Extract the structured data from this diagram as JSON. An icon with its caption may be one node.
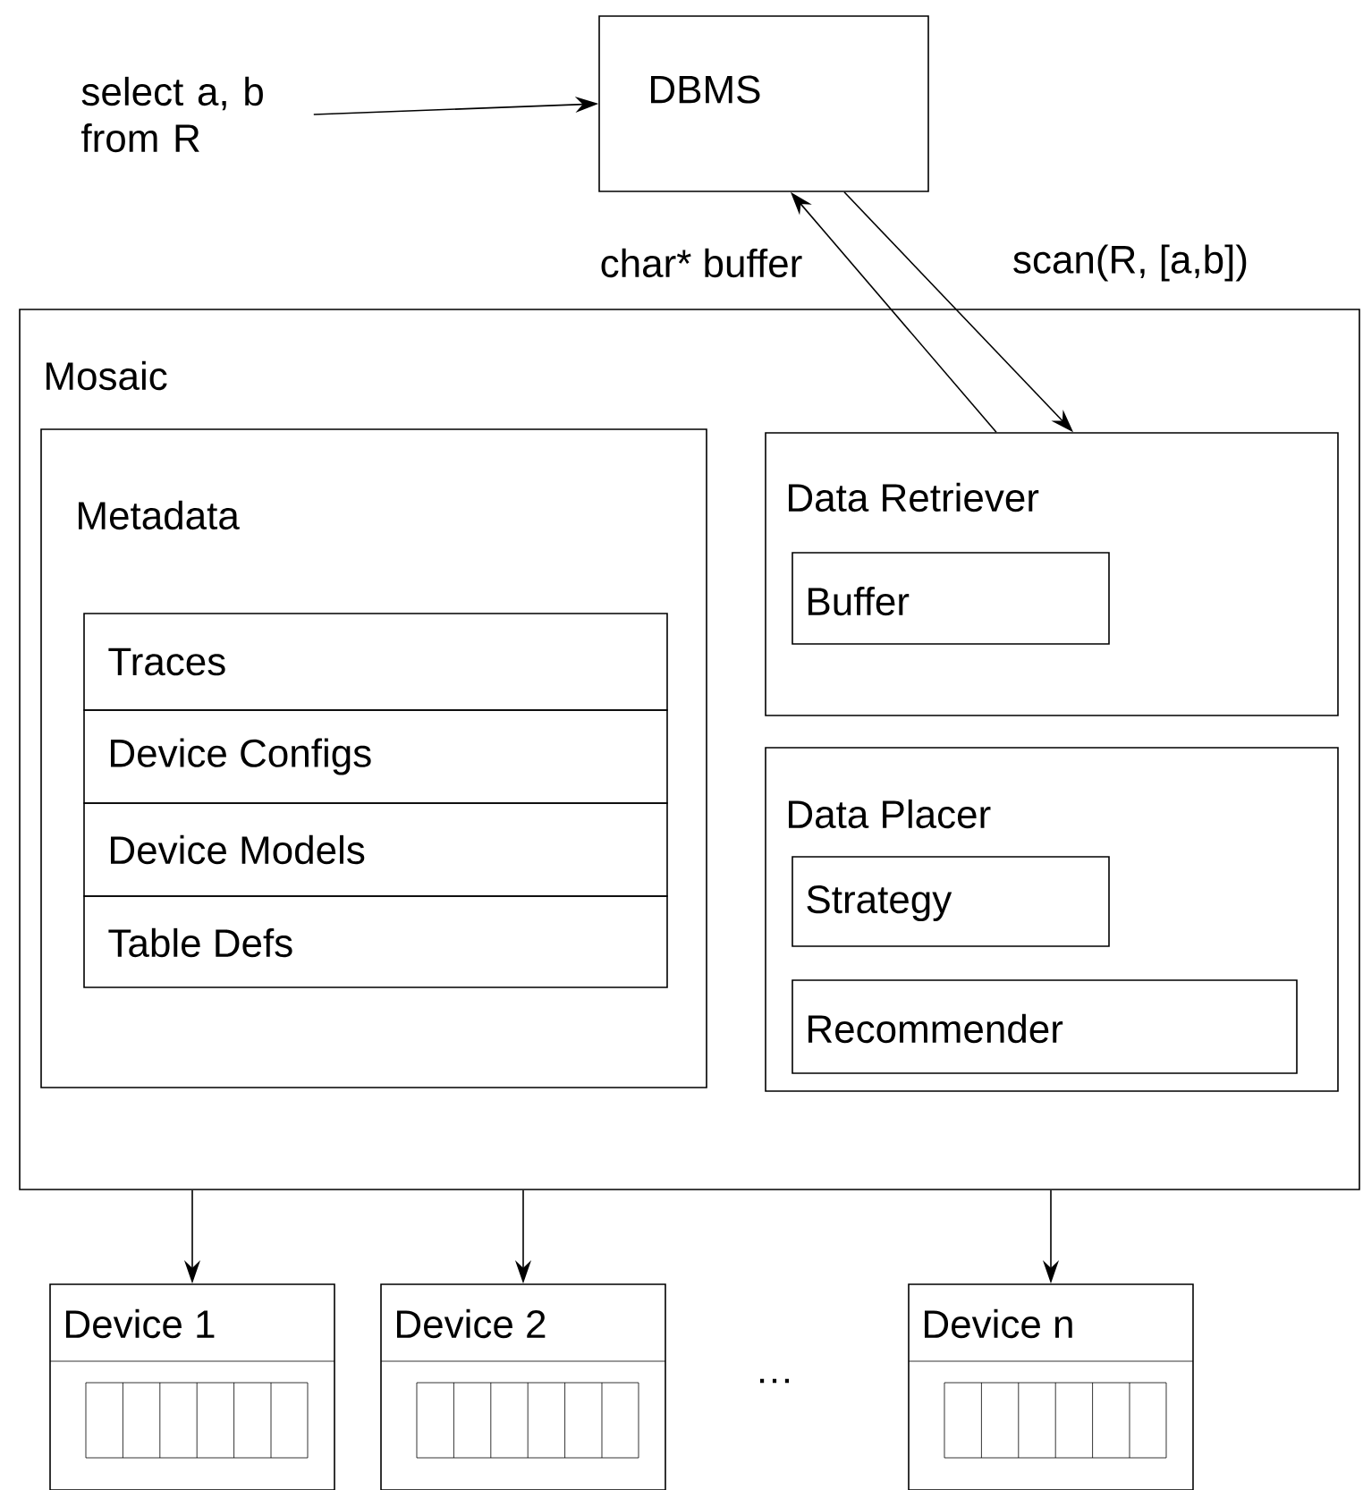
{
  "diagram": {
    "nodes": [
      {
        "text": [
          "select a, b from R"
        ]
      },
      {
        "text": [
          "DBMS"
        ]
      },
      {
        "text": [
          "Mosaic"
        ]
      },
      {
        "text": [
          "Metadata"
        ],
        "in": 2
      },
      {
        "text": [
          "Traces"
        ],
        "in": 3
      },
      {
        "text": [
          "Device Configs"
        ],
        "in": 3
      },
      {
        "text": [
          "Device Models"
        ],
        "in": 3
      },
      {
        "text": [
          "Table Defs"
        ],
        "in": 3
      },
      {
        "text": [
          "Data Retriever"
        ],
        "in": 2
      },
      {
        "text": [
          "Buffer"
        ],
        "in": 8
      },
      {
        "text": [
          "Data Placer"
        ],
        "in": 2
      },
      {
        "text": [
          "Strategy"
        ],
        "in": 10
      },
      {
        "text": [
          "Recommender"
        ],
        "in": 10
      },
      {
        "text": [
          "Device 1"
        ]
      },
      {
        "text": [
          "Device 2"
        ]
      },
      {
        "text": [
          "Device n"
        ]
      }
    ],
    "edges": [
      {
        "from": 0,
        "to": 1,
        "arrow": "to"
      },
      {
        "from": 8,
        "to": 1,
        "arrow": "to",
        "label": "char* buffer"
      },
      {
        "from": 1,
        "to": 8,
        "arrow": "to",
        "label": "scan(R, [a,b])"
      },
      {
        "from": 2,
        "to": 13,
        "arrow": "to"
      },
      {
        "from": 2,
        "to": 14,
        "arrow": "to"
      },
      {
        "from": 2,
        "to": 15,
        "arrow": "to"
      }
    ],
    "labels": [
      "…"
    ]
  }
}
